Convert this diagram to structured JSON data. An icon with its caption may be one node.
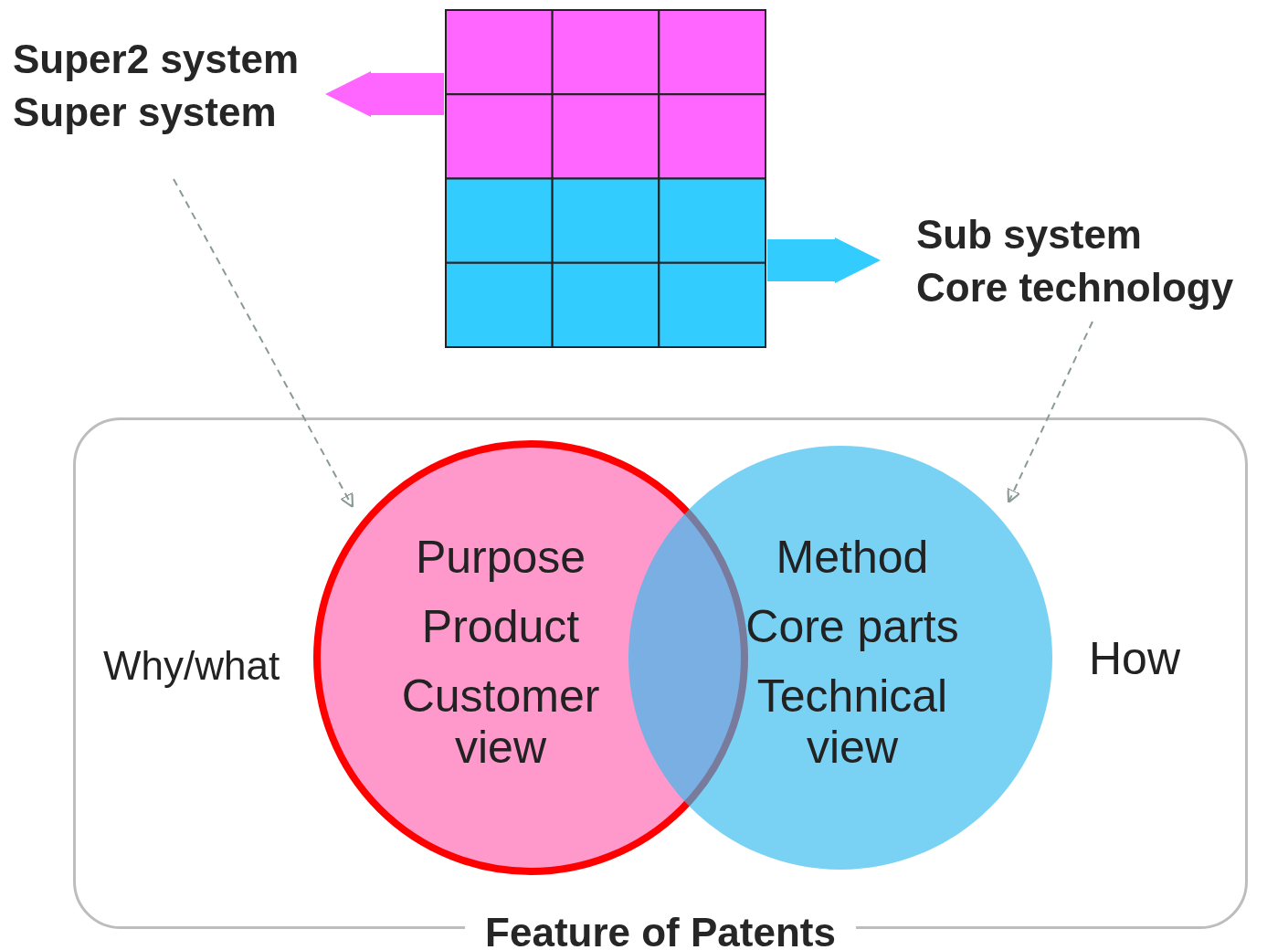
{
  "diagram": {
    "nodes": [
      {
        "text": [
          "Super2 system",
          "Super system"
        ]
      },
      {
        "text": [],
        "shape": "box"
      },
      {
        "text": [
          "Sub system",
          "Core technology"
        ]
      },
      {
        "text": [
          "Feature of Patents"
        ]
      },
      {
        "text": [
          "Purpose",
          "Product",
          "Customer view"
        ],
        "in": 3,
        "beside": [
          "Why/what"
        ]
      },
      {
        "text": [
          "Method",
          "Core parts",
          "Technical view"
        ],
        "in": 3,
        "beside": [
          "How"
        ]
      }
    ],
    "edges": [
      {
        "from": 1,
        "to": 0,
        "arrow": "to",
        "style": "thick",
        "color": "#ff66ff"
      },
      {
        "from": 1,
        "to": 2,
        "arrow": "to",
        "style": "thick",
        "color": "#33ccff"
      },
      {
        "from": 0,
        "to": 4,
        "arrow": "to",
        "style": "dashed",
        "color": "#8a9a96"
      },
      {
        "from": 2,
        "to": 5,
        "arrow": "to",
        "style": "dashed",
        "color": "#8a9a96"
      }
    ]
  }
}
